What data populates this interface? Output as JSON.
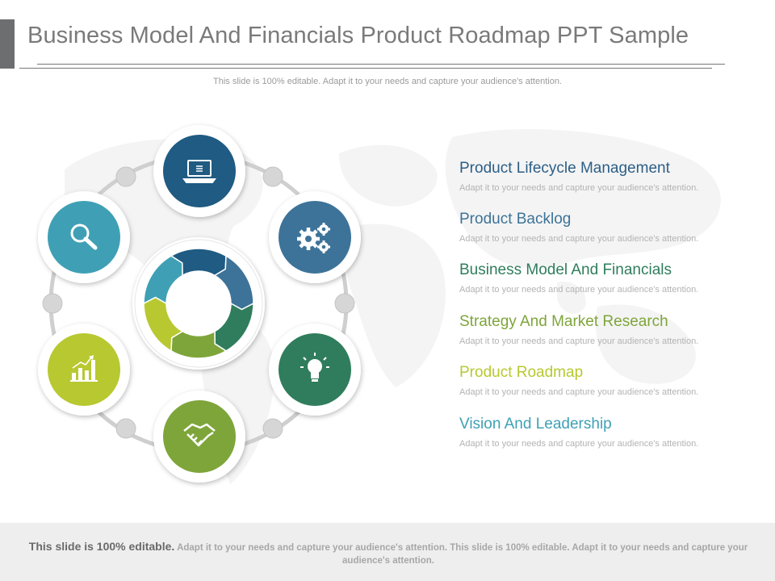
{
  "slide": {
    "title": "Business Model And Financials Product Roadmap PPT Sample",
    "subtitle": "This slide is 100% editable. Adapt it to your needs and capture your audience's attention."
  },
  "colors": {
    "navy": "#1f5b82",
    "steel": "#3d7398",
    "teal": "#3fa0b5",
    "green": "#2f7d5c",
    "olive": "#7ea53a",
    "lime": "#b8c831",
    "gray": "#cfcfcf"
  },
  "icons": {
    "top": "laptop-icon",
    "upper_right": "gears-icon",
    "lower_right": "lightbulb-icon",
    "bottom": "handshake-icon",
    "lower_left": "bar-chart-icon",
    "upper_left": "magnifier-icon",
    "center": "cycle-arrows-icon"
  },
  "items": [
    {
      "title": "Product Lifecycle Management",
      "desc": "Adapt it to your needs and capture your audience's attention.",
      "color": "#2c5e86"
    },
    {
      "title": "Product Backlog",
      "desc": "Adapt it to your needs and capture your audience's attention.",
      "color": "#3d7398"
    },
    {
      "title": "Business Model And Financials",
      "desc": "Adapt it to your needs and capture your audience's attention.",
      "color": "#2f7d5c"
    },
    {
      "title": "Strategy And Market Research",
      "desc": "Adapt it to your needs and capture your audience's attention.",
      "color": "#7ea53a"
    },
    {
      "title": "Product Roadmap",
      "desc": "Adapt it to your needs and capture your audience's attention.",
      "color": "#b8c831"
    },
    {
      "title": "Vision And  Leadership",
      "desc": "Adapt it to your needs and capture your audience's attention.",
      "color": "#3fa0b5"
    }
  ],
  "footer": {
    "strong": "This slide is 100% editable.",
    "rest": " Adapt it to your needs and capture your audience's attention. This slide is 100% editable. Adapt it to your needs and capture your audience's attention."
  }
}
